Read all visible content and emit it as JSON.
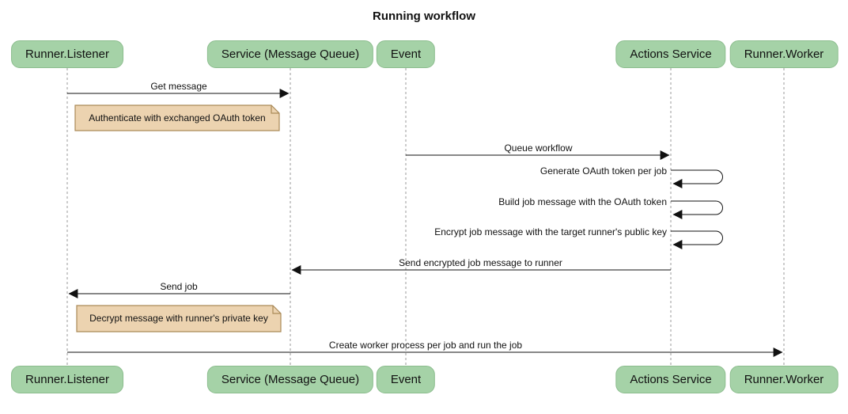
{
  "title": "Running workflow",
  "colors": {
    "actor_fill": "#a5d2a7",
    "actor_border": "#8cbd8e",
    "note_fill": "#ecd3b0",
    "note_border": "#aa8a58",
    "lifeline": "#999999",
    "arrow": "#111111"
  },
  "actors": [
    {
      "label": "Runner.Listener"
    },
    {
      "label": "Service (Message Queue)"
    },
    {
      "label": "Event"
    },
    {
      "label": "Actions Service"
    },
    {
      "label": "Runner.Worker"
    }
  ],
  "messages": [
    {
      "text": "Get message",
      "from": "Runner.Listener",
      "to": "Service (Message Queue)",
      "kind": "solid-arrow"
    },
    {
      "text": "Queue workflow",
      "from": "Event",
      "to": "Actions Service",
      "kind": "solid-arrow"
    },
    {
      "text": "Generate OAuth token per job",
      "from": "Actions Service",
      "to": "Actions Service",
      "kind": "self-loop"
    },
    {
      "text": "Build job message with the OAuth token",
      "from": "Actions Service",
      "to": "Actions Service",
      "kind": "self-loop"
    },
    {
      "text": "Encrypt job message with the target runner's public key",
      "from": "Actions Service",
      "to": "Actions Service",
      "kind": "self-loop"
    },
    {
      "text": "Send encrypted job message to runner",
      "from": "Actions Service",
      "to": "Service (Message Queue)",
      "kind": "solid-arrow"
    },
    {
      "text": "Send job",
      "from": "Service (Message Queue)",
      "to": "Runner.Listener",
      "kind": "solid-arrow"
    },
    {
      "text": "Create worker process per job and run the job",
      "from": "Runner.Listener",
      "to": "Runner.Worker",
      "kind": "solid-arrow"
    }
  ],
  "notes": [
    {
      "text": "Authenticate with exchanged OAuth token",
      "position": "right of Runner.Listener"
    },
    {
      "text": "Decrypt message with runner's private key",
      "position": "right of Runner.Listener"
    }
  ]
}
